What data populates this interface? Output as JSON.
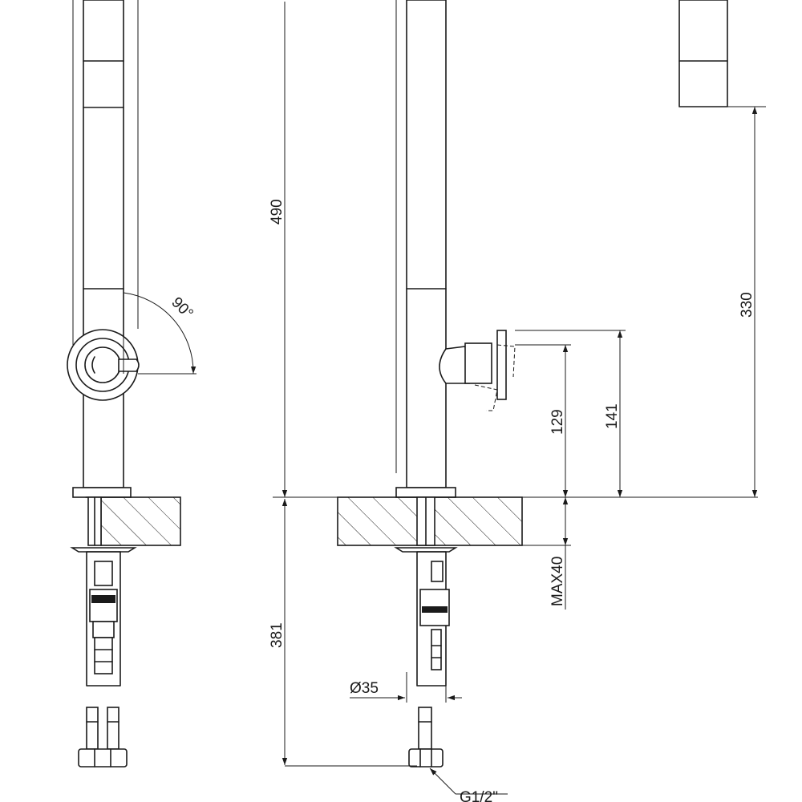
{
  "dimensions": {
    "d490": "490",
    "d381": "381",
    "d330": "330",
    "d129": "129",
    "d141": "141",
    "max40": "MAX40",
    "diameter": "Ø35",
    "angle": "90°",
    "thread": "G1/2\""
  }
}
